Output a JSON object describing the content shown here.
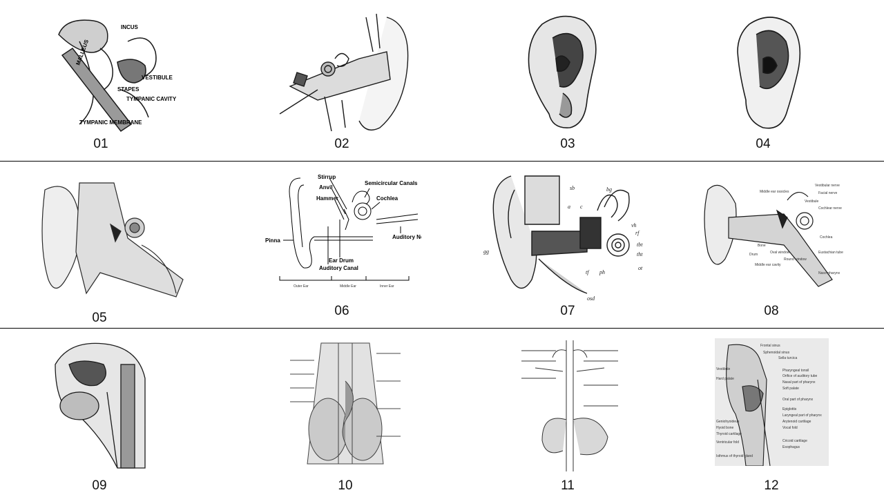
{
  "numbers": [
    "01",
    "02",
    "03",
    "04",
    "05",
    "06",
    "07",
    "08",
    "09",
    "10",
    "11",
    "12"
  ],
  "fig01": {
    "labels": [
      "INCUS",
      "MALLEUS",
      "VESTIBULE",
      "STAPES",
      "TYMPANIC CAVITY",
      "TYMPANIC MEMBRANE"
    ]
  },
  "fig06": {
    "labels": [
      "Stirrup",
      "Anvil",
      "Hammer",
      "Semicircular Canals",
      "Cochlea",
      "Auditory Nerve",
      "Pinna",
      "Ear Drum",
      "Auditory Canal"
    ],
    "sections": [
      "Outer Ear",
      "Middle Ear",
      "Inner Ear"
    ]
  },
  "fig07": {
    "labels": [
      "sb",
      "bg",
      "a",
      "c",
      "vh",
      "rf",
      "tbt",
      "tht",
      "ot",
      "gg",
      "tf",
      "ph",
      "osd"
    ]
  },
  "fig08": {
    "labels": [
      "Middle ear ossicles",
      "Vestibular nerve",
      "Facial nerve",
      "Vestibule",
      "Cochlear nerve",
      "Cochlea",
      "Bone",
      "Drum",
      "Oval window",
      "Round window",
      "Middle ear cavity",
      "Eustachian tube",
      "Naso-pharynx"
    ]
  },
  "fig12": {
    "labels": [
      "Frontal sinus",
      "Sphenoidal sinus",
      "Sella turcica",
      "Vestibule",
      "Hard palate",
      "Pharyngeal tonsil",
      "Orifice of auditory tube",
      "Nasal part of pharynx",
      "Soft palate",
      "Oral part of pharynx",
      "Epiglottis",
      "Laryngeal part of pharynx",
      "Arytenoid cartilage",
      "Vocal fold",
      "Geniohyoideus",
      "Hyoid bone",
      "Thyroid cartilage",
      "Ventricular fold",
      "Cricoid cartilage",
      "Esophagus",
      "Isthmus of thyroid gland"
    ]
  },
  "colors": {
    "ink": "#1a1a1a",
    "paper": "#ffffff",
    "divider": "#000000",
    "panel": "#e8e8e8"
  }
}
